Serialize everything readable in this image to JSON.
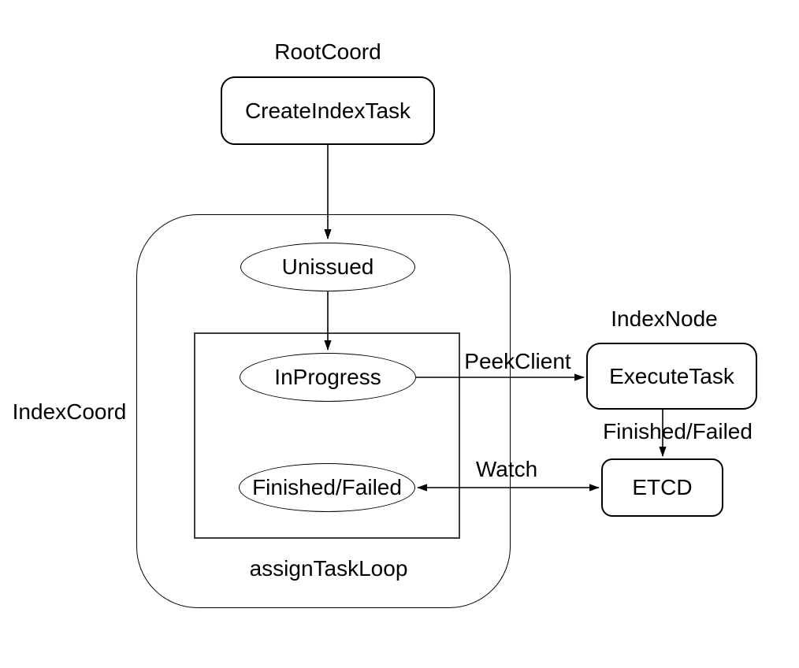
{
  "labels": {
    "root_coord": "RootCoord",
    "index_coord": "IndexCoord",
    "index_node": "IndexNode",
    "assign_task_loop": "assignTaskLoop"
  },
  "nodes": {
    "create_index_task": "CreateIndexTask",
    "unissued": "Unissued",
    "in_progress": "InProgress",
    "finished_failed": "Finished/Failed",
    "execute_task": "ExecuteTask",
    "etcd": "ETCD"
  },
  "edge_labels": {
    "peek_client": "PeekClient",
    "finished_failed": "Finished/Failed",
    "watch": "Watch"
  },
  "colors": {
    "stroke": "#000000",
    "text": "#000000",
    "background": "#ffffff"
  }
}
